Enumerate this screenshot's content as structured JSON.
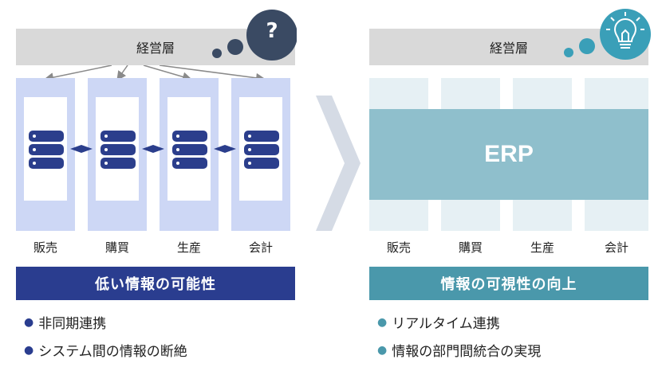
{
  "left": {
    "management": "経営層",
    "thought_symbol": "?",
    "departments": [
      "販売",
      "購買",
      "生産",
      "会計"
    ],
    "banner": "低い情報の可能性",
    "bullets": [
      "非同期連携",
      "システム間の情報の断絶"
    ],
    "colors": {
      "banner": "#2a3d8f",
      "column": "#cdd7f5",
      "server": "#2b3e8c",
      "bullet": "#2a3d8f"
    }
  },
  "right": {
    "management": "経営層",
    "system_label": "ERP",
    "departments": [
      "販売",
      "購買",
      "生産",
      "会計"
    ],
    "banner": "情報の可視性の向上",
    "bullets": [
      "リアルタイム連携",
      "情報の部門間統合の実現"
    ],
    "colors": {
      "banner": "#4a98ab",
      "band": "#8fbfcc",
      "column": "#e6f0f4",
      "bullet": "#4a98ab"
    }
  },
  "icons": {
    "question_bubble": "question-icon",
    "idea_bubble": "lightbulb-icon",
    "transition": "chevron-right-icon",
    "server": "server-icon"
  }
}
